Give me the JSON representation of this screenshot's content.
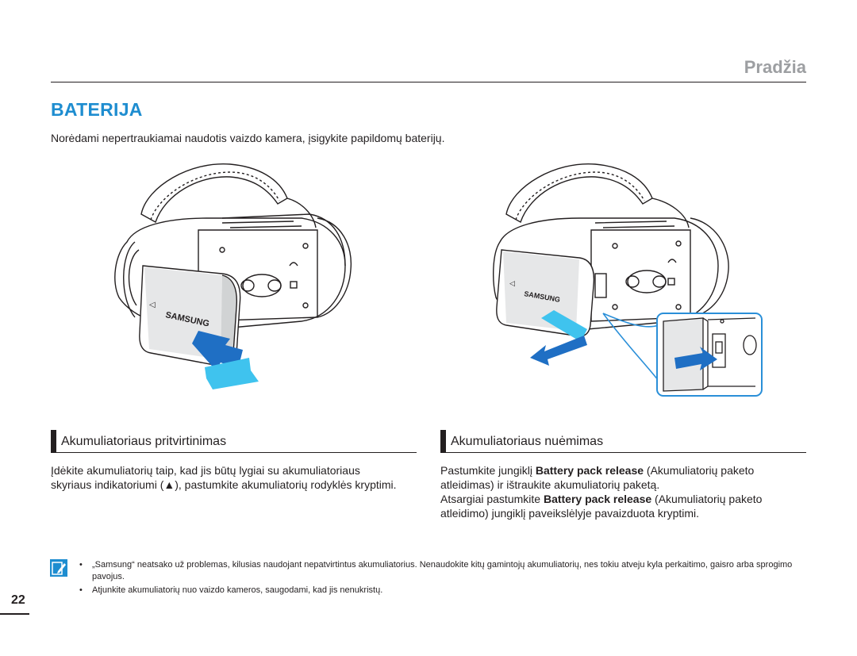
{
  "header": {
    "section_title": "Pradžia"
  },
  "heading": "BATERIJA",
  "intro": "Norėdami nepertraukiamai naudotis vaizdo kamera, įsigykite papildomų baterijų.",
  "figures": {
    "left_brand": "SAMSUNG",
    "right_brand": "SAMSUNG",
    "colors": {
      "arrow_dark": "#1f6fc4",
      "arrow_light": "#3fc3ee",
      "callout": "#2a8fd8"
    }
  },
  "insert": {
    "title": "Akumuliatoriaus pritvirtinimas",
    "text": "Įdėkite akumuliatorių taip, kad jis būtų lygiai su akumuliatoriaus skyriaus indikatoriumi (▲), pastumkite akumuliatorių rodyklės kryptimi."
  },
  "remove": {
    "title": "Akumuliatoriaus nuėmimas",
    "p1_a": "Pastumkite jungiklį ",
    "p1_b": "Battery pack release",
    "p1_c": " (Akumuliatorių paketo atleidimas) ir ištraukite akumuliatorių paketą.",
    "p2_a": "Atsargiai pastumkite ",
    "p2_b": "Battery pack release",
    "p2_c": " (Akumuliatorių paketo atleidimo) jungiklį paveikslėlyje pavaizduota kryptimi."
  },
  "notes": {
    "icon": "note-pencil-icon",
    "bullet": "•",
    "items": [
      "„Samsung“ neatsako už problemas, kilusias naudojant nepatvirtintus akumuliatorius. Nenaudokite kitų gamintojų akumuliatorių, nes tokiu atveju kyla perkaitimo, gaisro arba sprogimo pavojus.",
      "Atjunkite akumuliatorių nuo vaizdo kameros, saugodami, kad jis nenukristų."
    ]
  },
  "page_number": "22"
}
